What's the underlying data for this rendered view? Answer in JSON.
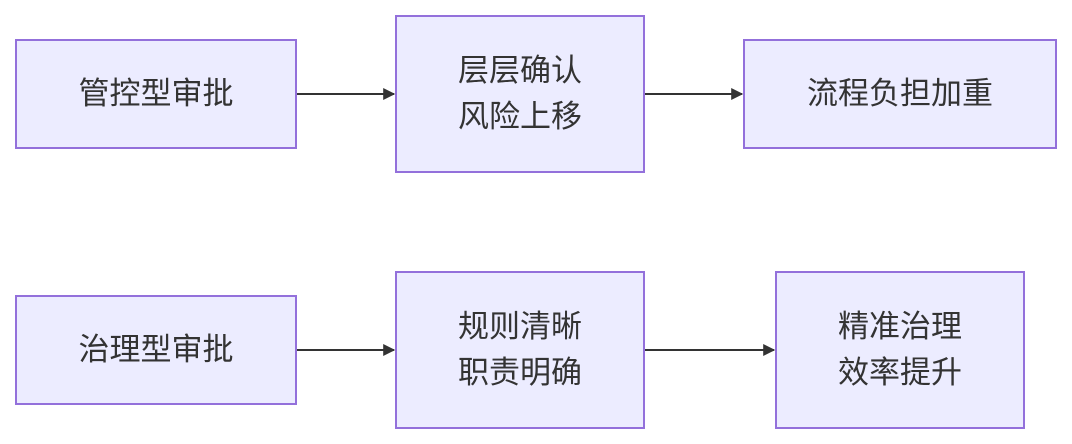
{
  "colors": {
    "node_fill": "#ECECFF",
    "node_border": "#9370DB",
    "text": "#333333",
    "edge": "#333333"
  },
  "row_top": {
    "node1": {
      "line1": "管控型审批"
    },
    "node2": {
      "line1": "层层确认",
      "line2": "风险上移"
    },
    "node3": {
      "line1": "流程负担加重"
    }
  },
  "row_bottom": {
    "node1": {
      "line1": "治理型审批"
    },
    "node2": {
      "line1": "规则清晰",
      "line2": "职责明确"
    },
    "node3": {
      "line1": "精准治理",
      "line2": "效率提升"
    }
  },
  "edges": [
    {
      "from": "管控型审批",
      "to": "层层确认 风险上移"
    },
    {
      "from": "层层确认 风险上移",
      "to": "流程负担加重"
    },
    {
      "from": "治理型审批",
      "to": "规则清晰 职责明确"
    },
    {
      "from": "规则清晰 职责明确",
      "to": "精准治理 效率提升"
    }
  ]
}
